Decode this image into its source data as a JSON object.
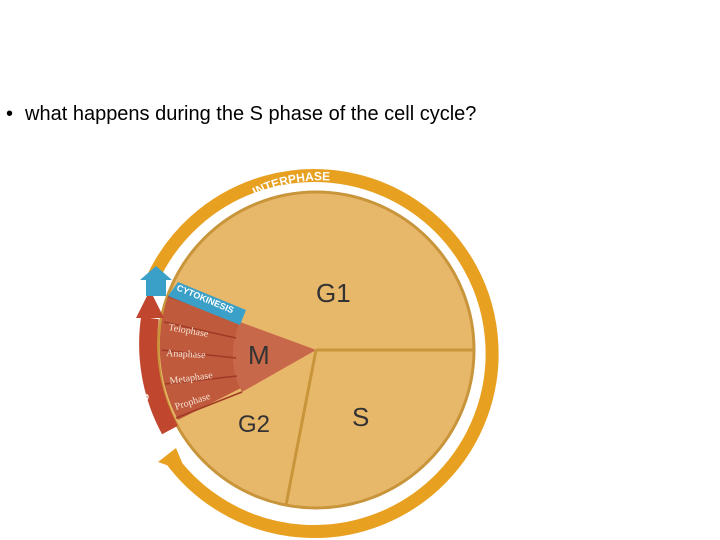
{
  "question": {
    "bullet": "•",
    "text": "what happens during the S phase of the cell cycle?"
  },
  "diagram": {
    "interphase_label": "INTERPHASE",
    "mitosis_label": "MITOSIS",
    "cytokinesis_label": "CYTOKINESIS",
    "phases": {
      "g1": "G1",
      "s": "S",
      "g2": "G2",
      "m": "M"
    },
    "mitosis_stages": [
      "Telophase",
      "Anaphase",
      "Metaphase",
      "Prophase"
    ],
    "colors": {
      "interphase_arrow": "#e8a020",
      "pie_fill": "#e8b86a",
      "pie_stroke": "#c9953b",
      "m_sector": "#c8684a",
      "mitosis_wedge": "#c05a3c",
      "mitosis_arrow": "#c0462e",
      "cytokinesis": "#3aa0c8"
    }
  }
}
